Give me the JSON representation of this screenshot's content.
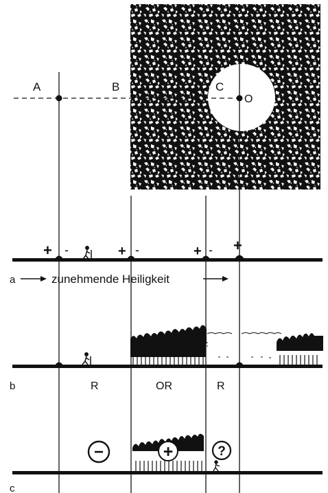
{
  "top": {
    "point_labels": {
      "a": "A",
      "b": "B",
      "c": "C",
      "o": "O"
    }
  },
  "panel_a": {
    "letter": "a",
    "signs": {
      "a_plus": "+",
      "a_minus": "-",
      "b_plus": "+",
      "b_minus": "-",
      "c_plus": "+",
      "c_minus": "-",
      "o_plus": "+"
    },
    "caption": "zunehmende Heiligkeit"
  },
  "panel_b": {
    "letter": "b",
    "zones": {
      "r1": "R",
      "or": "OR",
      "r2": "R"
    }
  },
  "panel_c": {
    "letter": "c",
    "symbols": {
      "minus": "−",
      "plus": "+",
      "question": "?"
    }
  },
  "colors": {
    "ink": "#111111",
    "paper": "#ffffff"
  }
}
